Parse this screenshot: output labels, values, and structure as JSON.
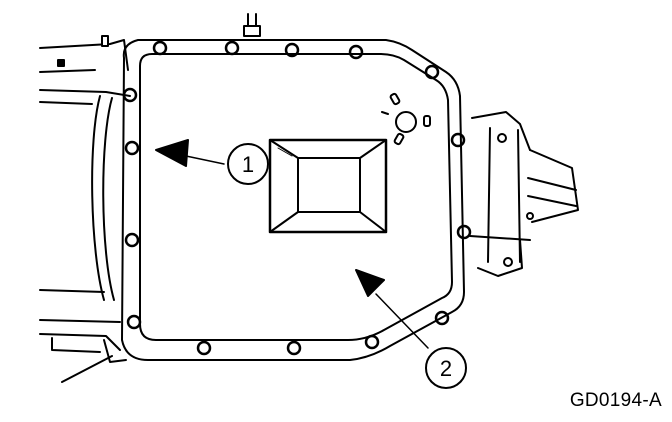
{
  "callouts": [
    {
      "label": "1"
    },
    {
      "label": "2"
    }
  ],
  "figure_code": "GD0194-A",
  "colors": {
    "line": "#000000",
    "background": "#ffffff"
  }
}
